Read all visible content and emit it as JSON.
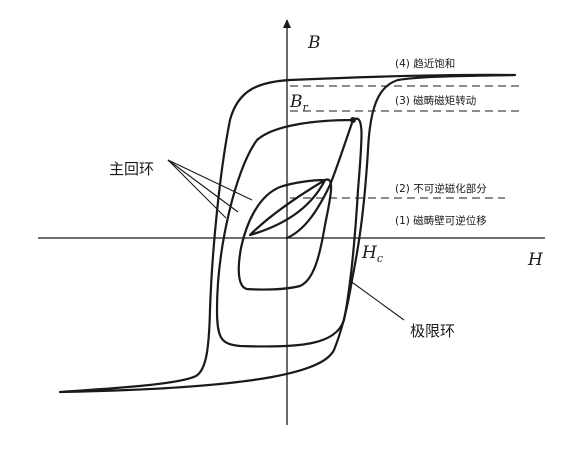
{
  "axes": {
    "y_label": "B",
    "x_label": "H",
    "remanence_label": "B",
    "remanence_sub": "r",
    "coercive_label": "H",
    "coercive_sub": "c"
  },
  "stages": [
    {
      "text": "(4) 趋近饱和"
    },
    {
      "text": "(3) 磁畴磁矩转动"
    },
    {
      "text": "(2) 不可逆磁化部分"
    },
    {
      "text": "(1) 磁畴壁可逆位移"
    }
  ],
  "callouts": {
    "main_loop": "主回环",
    "limit_loop": "极限环"
  },
  "colors": {
    "ink": "#1a1a1a",
    "background": "#ffffff"
  }
}
